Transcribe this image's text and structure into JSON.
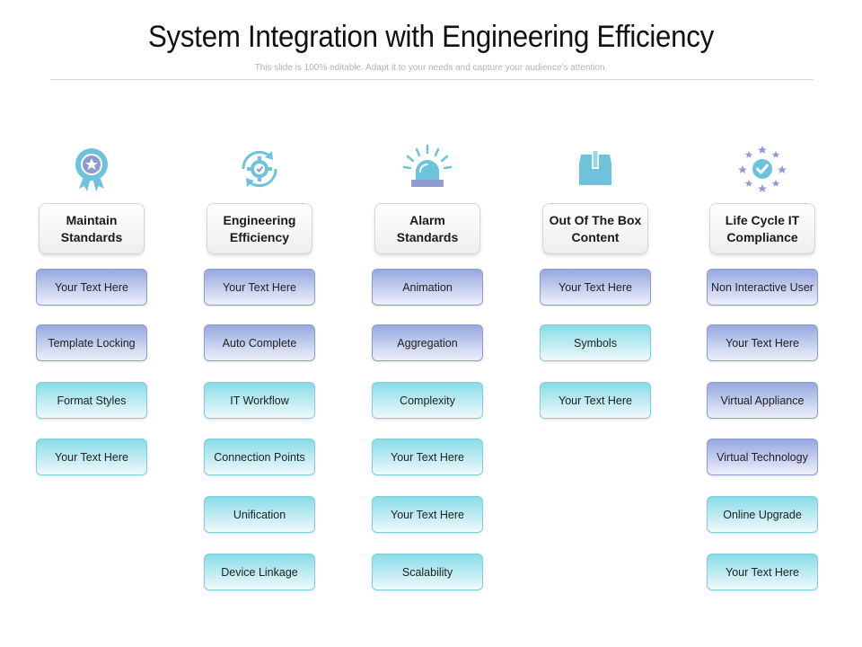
{
  "title": "System Integration with Engineering Efficiency",
  "subtitle": "This slide is 100% editable. Adapt it to your needs and capture your audience's attention.",
  "colors": {
    "icon": "#6ec3dc",
    "blue_item": "#97a8df",
    "cyan_item": "#8adbe6"
  },
  "columns": [
    {
      "icon": "award-ribbon-icon",
      "header": "Maintain Standards",
      "items": [
        {
          "label": "Your Text Here",
          "style": "blue"
        },
        {
          "label": "Template Locking",
          "style": "blue"
        },
        {
          "label": "Format Styles",
          "style": "cyan"
        },
        {
          "label": "Your Text Here",
          "style": "cyan"
        }
      ]
    },
    {
      "icon": "gear-refresh-icon",
      "header": "Engineering Efficiency",
      "items": [
        {
          "label": "Your Text Here",
          "style": "blue"
        },
        {
          "label": "Auto Complete",
          "style": "blue"
        },
        {
          "label": "IT Workflow",
          "style": "cyan"
        },
        {
          "label": "Connection Points",
          "style": "cyan"
        },
        {
          "label": "Unification",
          "style": "cyan"
        },
        {
          "label": "Device Linkage",
          "style": "cyan"
        }
      ]
    },
    {
      "icon": "alarm-siren-icon",
      "header": "Alarm Standards",
      "items": [
        {
          "label": "Animation",
          "style": "blue"
        },
        {
          "label": "Aggregation",
          "style": "blue"
        },
        {
          "label": "Complexity",
          "style": "cyan"
        },
        {
          "label": "Your Text Here",
          "style": "cyan"
        },
        {
          "label": "Your Text Here",
          "style": "cyan"
        },
        {
          "label": "Scalability",
          "style": "cyan"
        }
      ]
    },
    {
      "icon": "box-icon",
      "header": "Out Of The Box Content",
      "items": [
        {
          "label": "Your Text Here",
          "style": "blue"
        },
        {
          "label": "Symbols",
          "style": "cyan"
        },
        {
          "label": "Your Text Here",
          "style": "cyan"
        }
      ]
    },
    {
      "icon": "compliance-check-icon",
      "header": "Life Cycle IT Compliance",
      "items": [
        {
          "label": "Non Interactive User",
          "style": "blue"
        },
        {
          "label": "Your Text Here",
          "style": "blue"
        },
        {
          "label": "Virtual Appliance",
          "style": "blue"
        },
        {
          "label": "Virtual Technology",
          "style": "blue"
        },
        {
          "label": "Online Upgrade",
          "style": "cyan"
        },
        {
          "label": "Your Text Here",
          "style": "cyan"
        }
      ]
    }
  ]
}
